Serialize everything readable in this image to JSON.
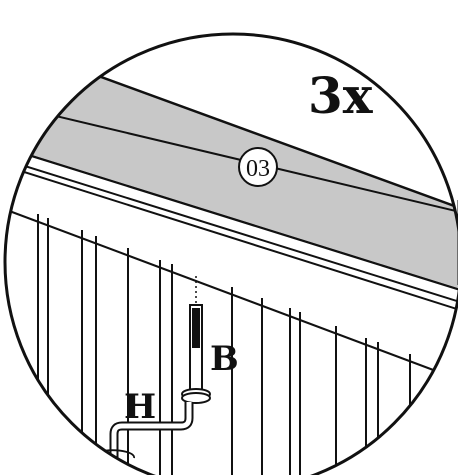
{
  "quantity_label": "3x",
  "part_number": "03",
  "part_labels": {
    "bolt": "B",
    "hex_key": "H"
  },
  "colors": {
    "ink": "#111111",
    "rail_gray": "#c8c8c8",
    "background": "#ffffff"
  },
  "icons": {
    "rotation": "rotate-arrow-icon"
  }
}
